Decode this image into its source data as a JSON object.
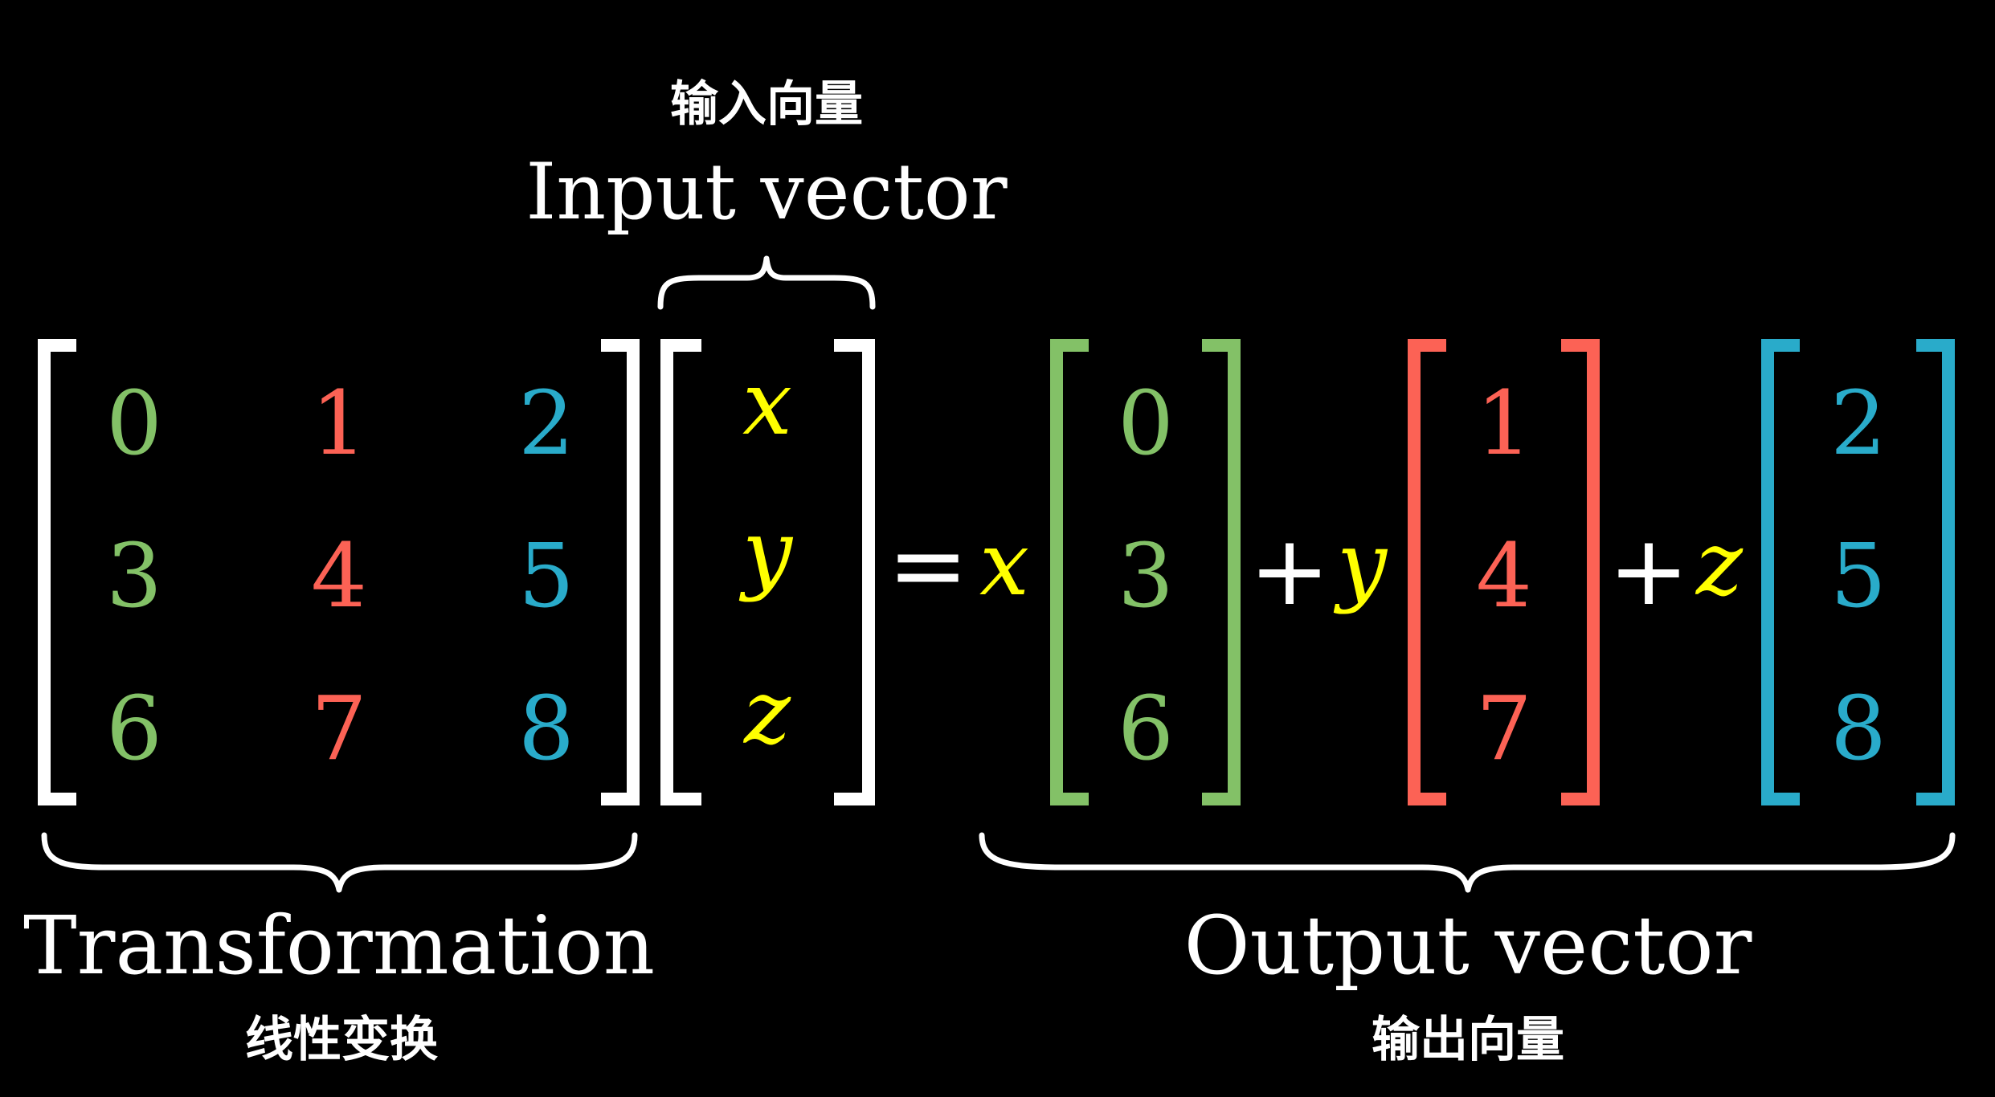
{
  "labels": {
    "input_zh": "输入向量",
    "input_en": "Input vector",
    "transformation_en": "Transformation",
    "transformation_zh": "线性变换",
    "output_en": "Output vector",
    "output_zh": "输出向量"
  },
  "matrix": {
    "rows": [
      [
        "0",
        "1",
        "2"
      ],
      [
        "3",
        "4",
        "5"
      ],
      [
        "6",
        "7",
        "8"
      ]
    ],
    "column_colors": [
      "#83c167",
      "#fc6255",
      "#29abca"
    ]
  },
  "input_vector": [
    "x",
    "y",
    "z"
  ],
  "equation": {
    "equals": "=",
    "plus": "+",
    "coefficients": [
      "x",
      "y",
      "z"
    ],
    "columns": [
      [
        "0",
        "3",
        "6"
      ],
      [
        "1",
        "4",
        "7"
      ],
      [
        "2",
        "5",
        "8"
      ]
    ]
  },
  "colors": {
    "background": "#000000",
    "text": "#ffffff",
    "variable": "#ffff00",
    "green": "#83c167",
    "red": "#fc6255",
    "blue": "#29abca"
  }
}
